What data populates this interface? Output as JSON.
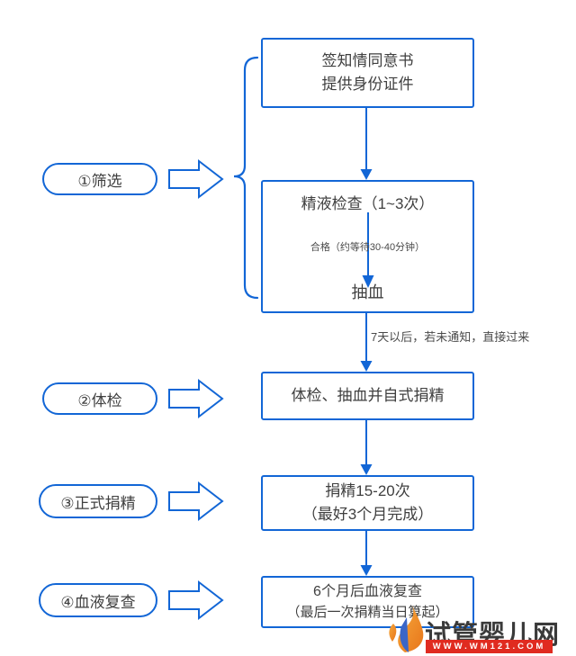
{
  "colors": {
    "accent_blue": "#1266d6",
    "text_dark": "#3f3f3f",
    "logo_orange": "#f08a2a",
    "watermark_red": "#e02b20"
  },
  "stages": [
    {
      "label": "①筛选"
    },
    {
      "label": "②体检"
    },
    {
      "label": "③正式捐精"
    },
    {
      "label": "④血液复查"
    }
  ],
  "flow": {
    "consent_box": {
      "line1": "签知情同意书",
      "line2": "提供身份证件"
    },
    "semen_box": {
      "title": "精液检查（1~3次）",
      "note": "合格（约等待30-40分钟）",
      "result": "抽血"
    },
    "exam_box": {
      "label": "体检、抽血并自式捐精"
    },
    "donation_box": {
      "line1": "捐精15-20次",
      "line2": "（最好3个月完成）"
    },
    "recheck_box": {
      "line1": "6个月后血液复查",
      "line2": "（最后一次捐精当日算起）"
    },
    "wait_note": "7天以后，若未通知，直接过来"
  },
  "watermark": {
    "site_name": "试管婴儿网",
    "url": "WWW.WM121.COM"
  }
}
